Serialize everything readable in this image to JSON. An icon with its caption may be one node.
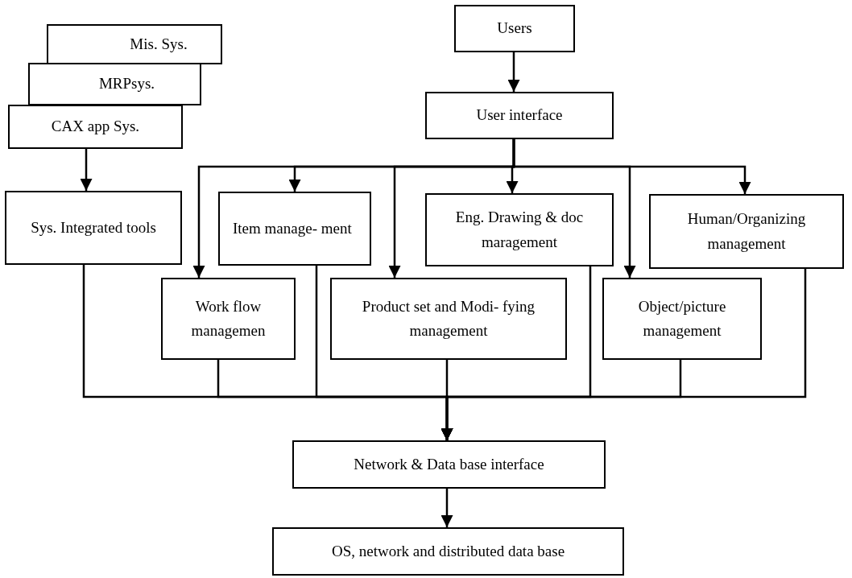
{
  "diagram": {
    "nodes": [
      {
        "text": [
          "Mis. Sys."
        ]
      },
      {
        "text": [
          "MRPsys."
        ]
      },
      {
        "text": [
          "CAX app Sys."
        ]
      },
      {
        "text": [
          "Sys. Integrated tools"
        ]
      },
      {
        "text": [
          "Users"
        ]
      },
      {
        "text": [
          "User interface"
        ]
      },
      {
        "text": [
          "Item manage- ment"
        ]
      },
      {
        "text": [
          "Eng. Drawing & doc maragement"
        ]
      },
      {
        "text": [
          "Human/Organizing management"
        ]
      },
      {
        "text": [
          "Work flow managemen"
        ]
      },
      {
        "text": [
          "Product set and Modi- fying management"
        ]
      },
      {
        "text": [
          "Object/picture management"
        ]
      },
      {
        "text": [
          "Network & Data base interface"
        ]
      },
      {
        "text": [
          "OS, network and distributed data base"
        ]
      }
    ],
    "edges": [
      {
        "from": 2,
        "to": 3,
        "arrow": "to"
      },
      {
        "from": 4,
        "to": 5,
        "arrow": "to"
      },
      {
        "from": 5,
        "to": 9,
        "arrow": "to"
      },
      {
        "from": 5,
        "to": 6,
        "arrow": "to"
      },
      {
        "from": 5,
        "to": 7,
        "arrow": "to"
      },
      {
        "from": 5,
        "to": 10,
        "arrow": "to"
      },
      {
        "from": 5,
        "to": 11,
        "arrow": "to"
      },
      {
        "from": 5,
        "to": 8,
        "arrow": "to"
      },
      {
        "from": 3,
        "to": 12,
        "arrow": "to"
      },
      {
        "from": 9,
        "to": 12,
        "arrow": "to"
      },
      {
        "from": 6,
        "to": 12,
        "arrow": "to"
      },
      {
        "from": 10,
        "to": 12,
        "arrow": "to"
      },
      {
        "from": 7,
        "to": 12,
        "arrow": "to"
      },
      {
        "from": 11,
        "to": 12,
        "arrow": "to"
      },
      {
        "from": 8,
        "to": 12,
        "arrow": "to"
      },
      {
        "from": 12,
        "to": 13,
        "arrow": "to"
      }
    ]
  }
}
